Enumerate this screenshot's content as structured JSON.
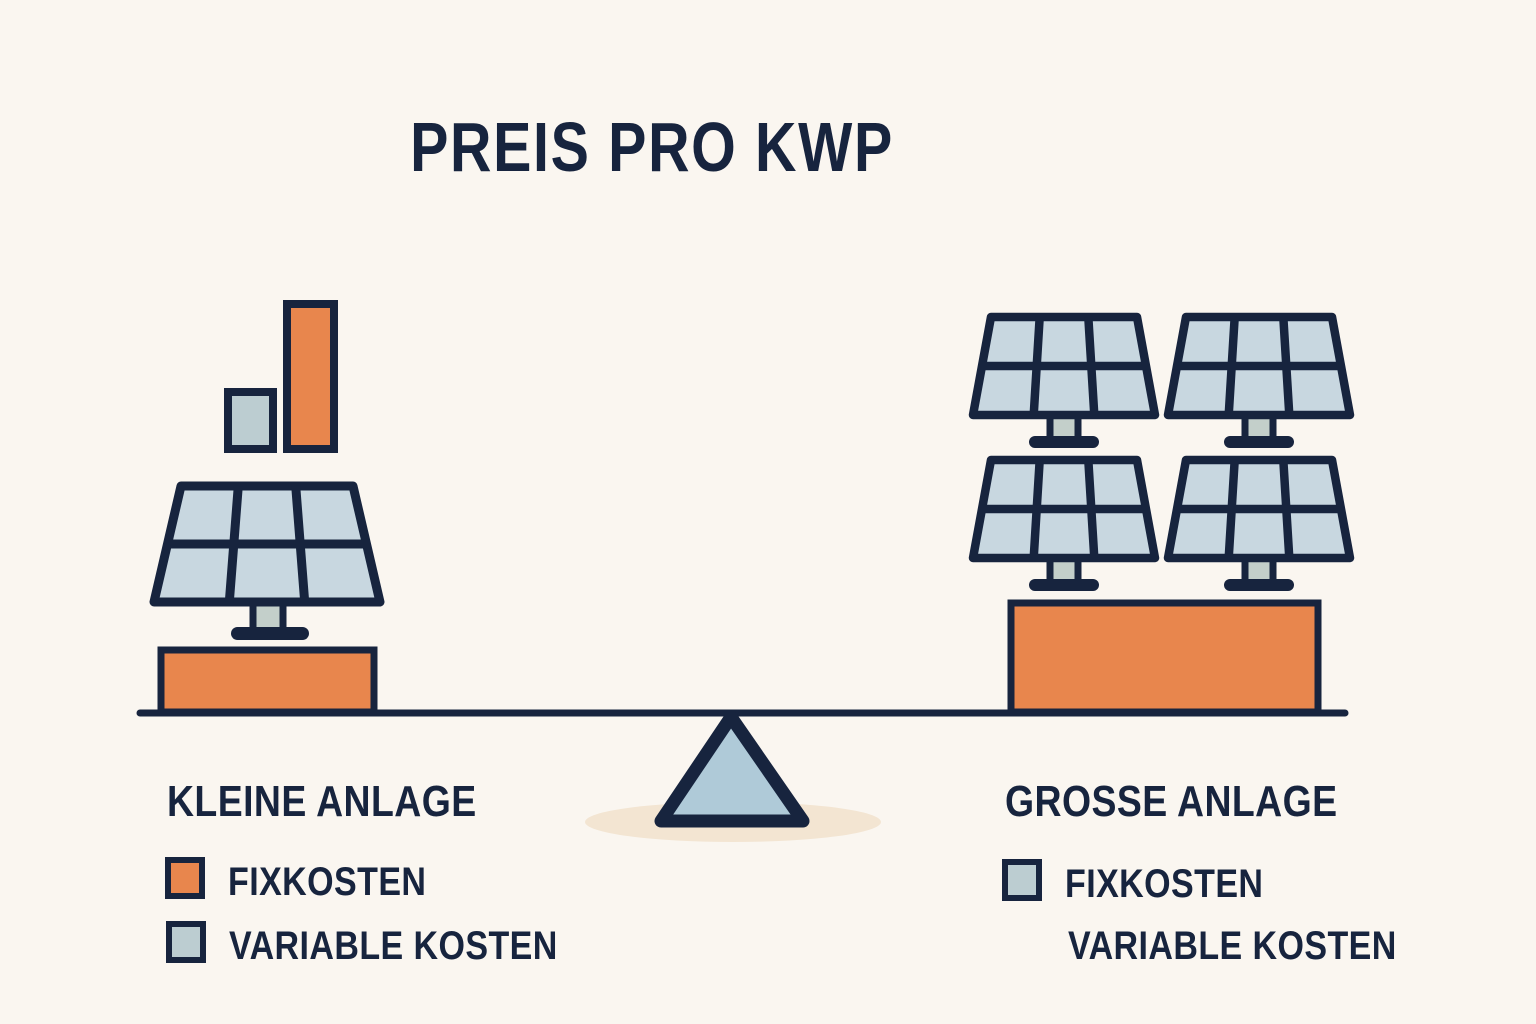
{
  "title": "PREIS PRO KWP",
  "left_section": {
    "label": "KLEINE ANLAGE",
    "panel_count": 1,
    "legend": [
      {
        "swatch_color": "#E8864D",
        "label": "FIXKOSTEN"
      },
      {
        "swatch_color": "#BCCDD1",
        "label": "VARIABLE KOSTEN"
      }
    ]
  },
  "right_section": {
    "label": "GROSSE ANLAGE",
    "panel_count": 4,
    "legend": [
      {
        "swatch_color": "#BCCDD1",
        "label": "FIXKOSTEN"
      },
      {
        "swatch_color": null,
        "label": "VARIABLE KOSTEN"
      }
    ]
  },
  "colors": {
    "background": "#FAF6F0",
    "outline_navy": "#17243E",
    "fixkosten_orange": "#E8864D",
    "panel_blue": "#C8D7E0",
    "variable_gray": "#BCCDD1",
    "stand_gray": "#C3CFCA",
    "fulcrum_blue": "#AFCAD8",
    "shadow_beige": "#F3E5D2"
  }
}
